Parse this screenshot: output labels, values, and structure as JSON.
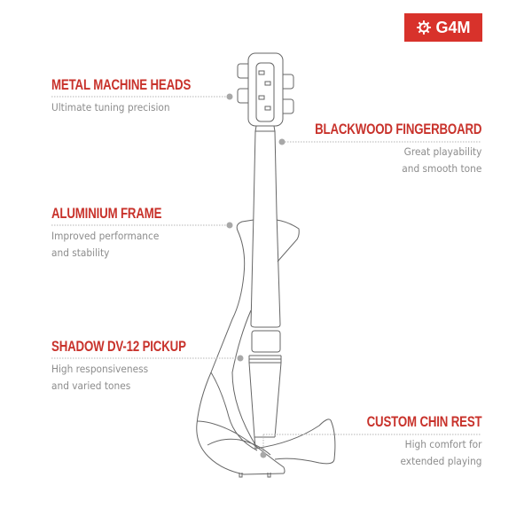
{
  "brand": {
    "logo_text": "G4M",
    "logo_icon": "gear-icon",
    "color": "#d8322b"
  },
  "features": [
    {
      "title": "METAL MACHINE HEADS",
      "desc_lines": [
        "Ultimate tuning precision"
      ]
    },
    {
      "title": "BLACKWOOD FINGERBOARD",
      "desc_lines": [
        "Great playability",
        "and smooth tone"
      ]
    },
    {
      "title": "ALUMINIUM FRAME",
      "desc_lines": [
        "Improved performance",
        "and stability"
      ]
    },
    {
      "title": "SHADOW DV-12 PICKUP",
      "desc_lines": [
        "High responsiveness",
        "and varied tones"
      ]
    },
    {
      "title": "CUSTOM CHIN REST",
      "desc_lines": [
        "High comfort for",
        "extended playing"
      ]
    }
  ],
  "colors": {
    "title": "#c8322b",
    "description": "#8c8c8c",
    "line": "#b0b0b0",
    "dot": "#a8a8a8",
    "outline": "#555555"
  }
}
